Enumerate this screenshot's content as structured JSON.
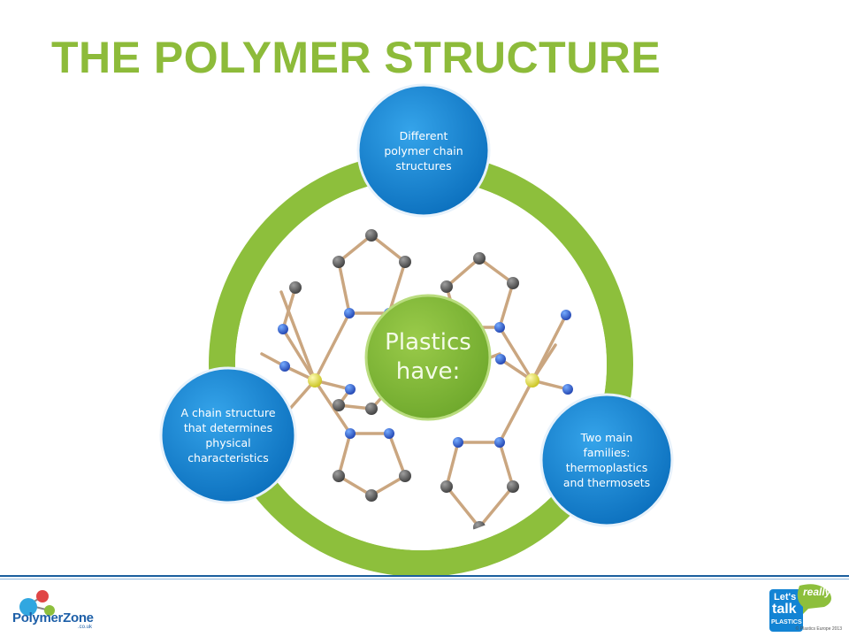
{
  "title": "THE POLYMER STRUCTURE",
  "colors": {
    "title": "#8dbb3a",
    "ring": "#8dbf3c",
    "center": "#7fb83a",
    "node": "#1384d4",
    "node_border": "#e8f2fb"
  },
  "diagram": {
    "center": {
      "label": "Plastics have:"
    },
    "nodes": [
      {
        "label": "Different polymer chain structures"
      },
      {
        "label": "Two main families: thermoplastics and thermosets"
      },
      {
        "label": "A chain structure that determines physical characteristics"
      }
    ],
    "background_image": "molecular-structure-image"
  },
  "footer": {
    "left_logo": {
      "name": "PolymerZone",
      "sub": ".co.uk"
    },
    "right_logo": {
      "line1": "Let's",
      "line2": "talk",
      "line3": "PLASTICS",
      "accent": "really"
    },
    "copyright": "© Plastics Europe 2013"
  }
}
